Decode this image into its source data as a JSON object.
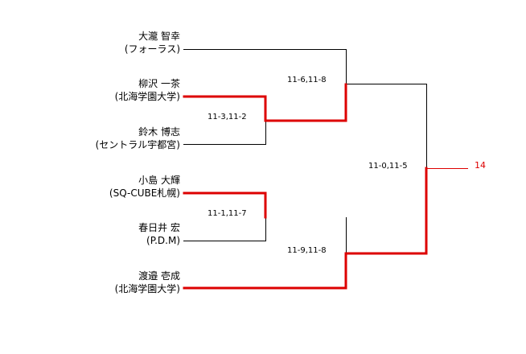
{
  "players": [
    {
      "name": "大瀧 智幸",
      "team": "(フォーラス)"
    },
    {
      "name": "柳沢 一茶",
      "team": "(北海学園大学)"
    },
    {
      "name": "鈴木 博志",
      "team": "(セントラル宇都宮)"
    },
    {
      "name": "小島 大輝",
      "team": "(SQ-CUBE札幌)"
    },
    {
      "name": "春日井 宏",
      "team": "(P.D.M)"
    },
    {
      "name": "渡邉 壱成",
      "team": "(北海学園大学)"
    }
  ],
  "matches": {
    "r1_top": "11-3,11-2",
    "r1_bottom": "11-1,11-7",
    "sf_top": "11-6,11-8",
    "sf_bottom": "11-9,11-8",
    "final": "11-0,11-5"
  },
  "result_label": "14",
  "colors": {
    "line": "#000000",
    "winner": "#dd0000",
    "result": "#dd0000"
  }
}
